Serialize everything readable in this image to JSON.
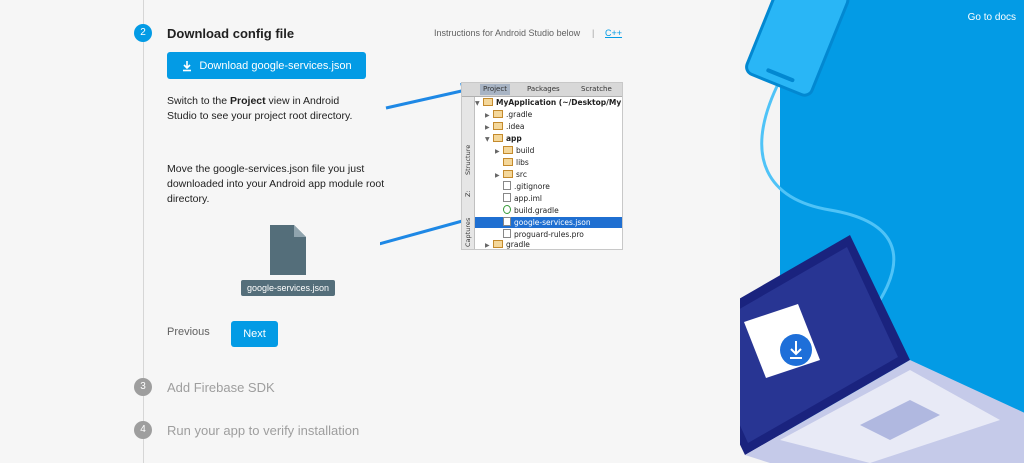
{
  "steps": {
    "step2": {
      "number": "2",
      "title": "Download config file"
    },
    "step3": {
      "number": "3",
      "title": "Add Firebase SDK"
    },
    "step4": {
      "number": "4",
      "title": "Run your app to verify installation"
    }
  },
  "instructions": {
    "text": "Instructions for Android Studio below",
    "separator": "|",
    "link": "C++"
  },
  "download_button": {
    "label": "Download google-services.json",
    "icon": "download-icon"
  },
  "paragraph1": {
    "pre": "Switch to the ",
    "bold": "Project",
    "line1_post": " view in Android",
    "line2": "Studio to see your project root directory."
  },
  "paragraph2": {
    "line1": "Move the google-services.json file you just",
    "line2": "downloaded into your Android app module root",
    "line3": "directory."
  },
  "json_file": {
    "label": "google-services.json",
    "icon": "file-icon"
  },
  "nav": {
    "previous": "Previous",
    "next": "Next"
  },
  "ide": {
    "tabs": [
      "Project",
      "Packages",
      "Scratche"
    ],
    "side_labels": [
      "Structure",
      "Z:",
      "Captures"
    ],
    "tree": [
      {
        "label": "MyApplication (~/Desktop/My",
        "kind": "project"
      },
      {
        "label": ".gradle",
        "kind": "folder"
      },
      {
        "label": ".idea",
        "kind": "folder"
      },
      {
        "label": "app",
        "kind": "folder"
      },
      {
        "label": "build",
        "kind": "folder"
      },
      {
        "label": "libs",
        "kind": "folder"
      },
      {
        "label": "src",
        "kind": "folder"
      },
      {
        "label": ".gitignore",
        "kind": "file"
      },
      {
        "label": "app.iml",
        "kind": "file"
      },
      {
        "label": "build.gradle",
        "kind": "file"
      },
      {
        "label": "google-services.json",
        "kind": "file"
      },
      {
        "label": "proguard-rules.pro",
        "kind": "file"
      },
      {
        "label": "gradle",
        "kind": "folder"
      }
    ]
  },
  "panel": {
    "go_to_docs": "Go to docs"
  },
  "colors": {
    "accent": "#039be5",
    "inactive_step": "#9e9e9e",
    "file_icon": "#546e7a"
  }
}
